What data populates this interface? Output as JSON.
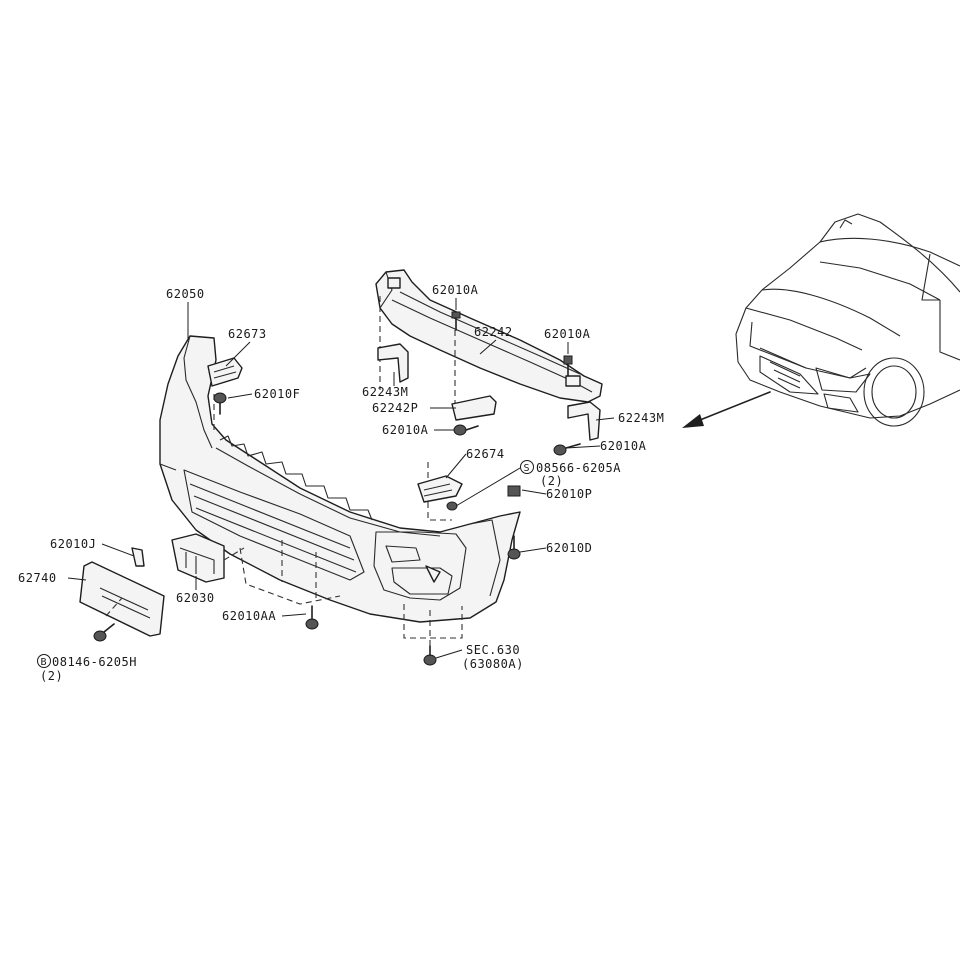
{
  "diagram": {
    "labels": {
      "p62050": "62050",
      "p62673": "62673",
      "p62010F": "62010F",
      "p62010A_top": "62010A",
      "p62242": "62242",
      "p62010A_right": "62010A",
      "p62243M_left": "62243M",
      "p62242P": "62242P",
      "p62010A_left": "62010A",
      "p62243M_right": "62243M",
      "p62010A_lower": "62010A",
      "p62674": "62674",
      "p08566": "08566-6205A",
      "p08566_qty": "(2)",
      "p62010P": "62010P",
      "p62010D": "62010D",
      "p62010J": "62010J",
      "p62740": "62740",
      "p62030": "62030",
      "p62010AA": "62010AA",
      "p08146": "08146-6205H",
      "p08146_qty": "(2)",
      "sec630": "SEC.630",
      "sec630_ref": "(63080A)"
    },
    "symbols": {
      "screw_symbol": "S",
      "bolt_symbol": "B"
    }
  }
}
